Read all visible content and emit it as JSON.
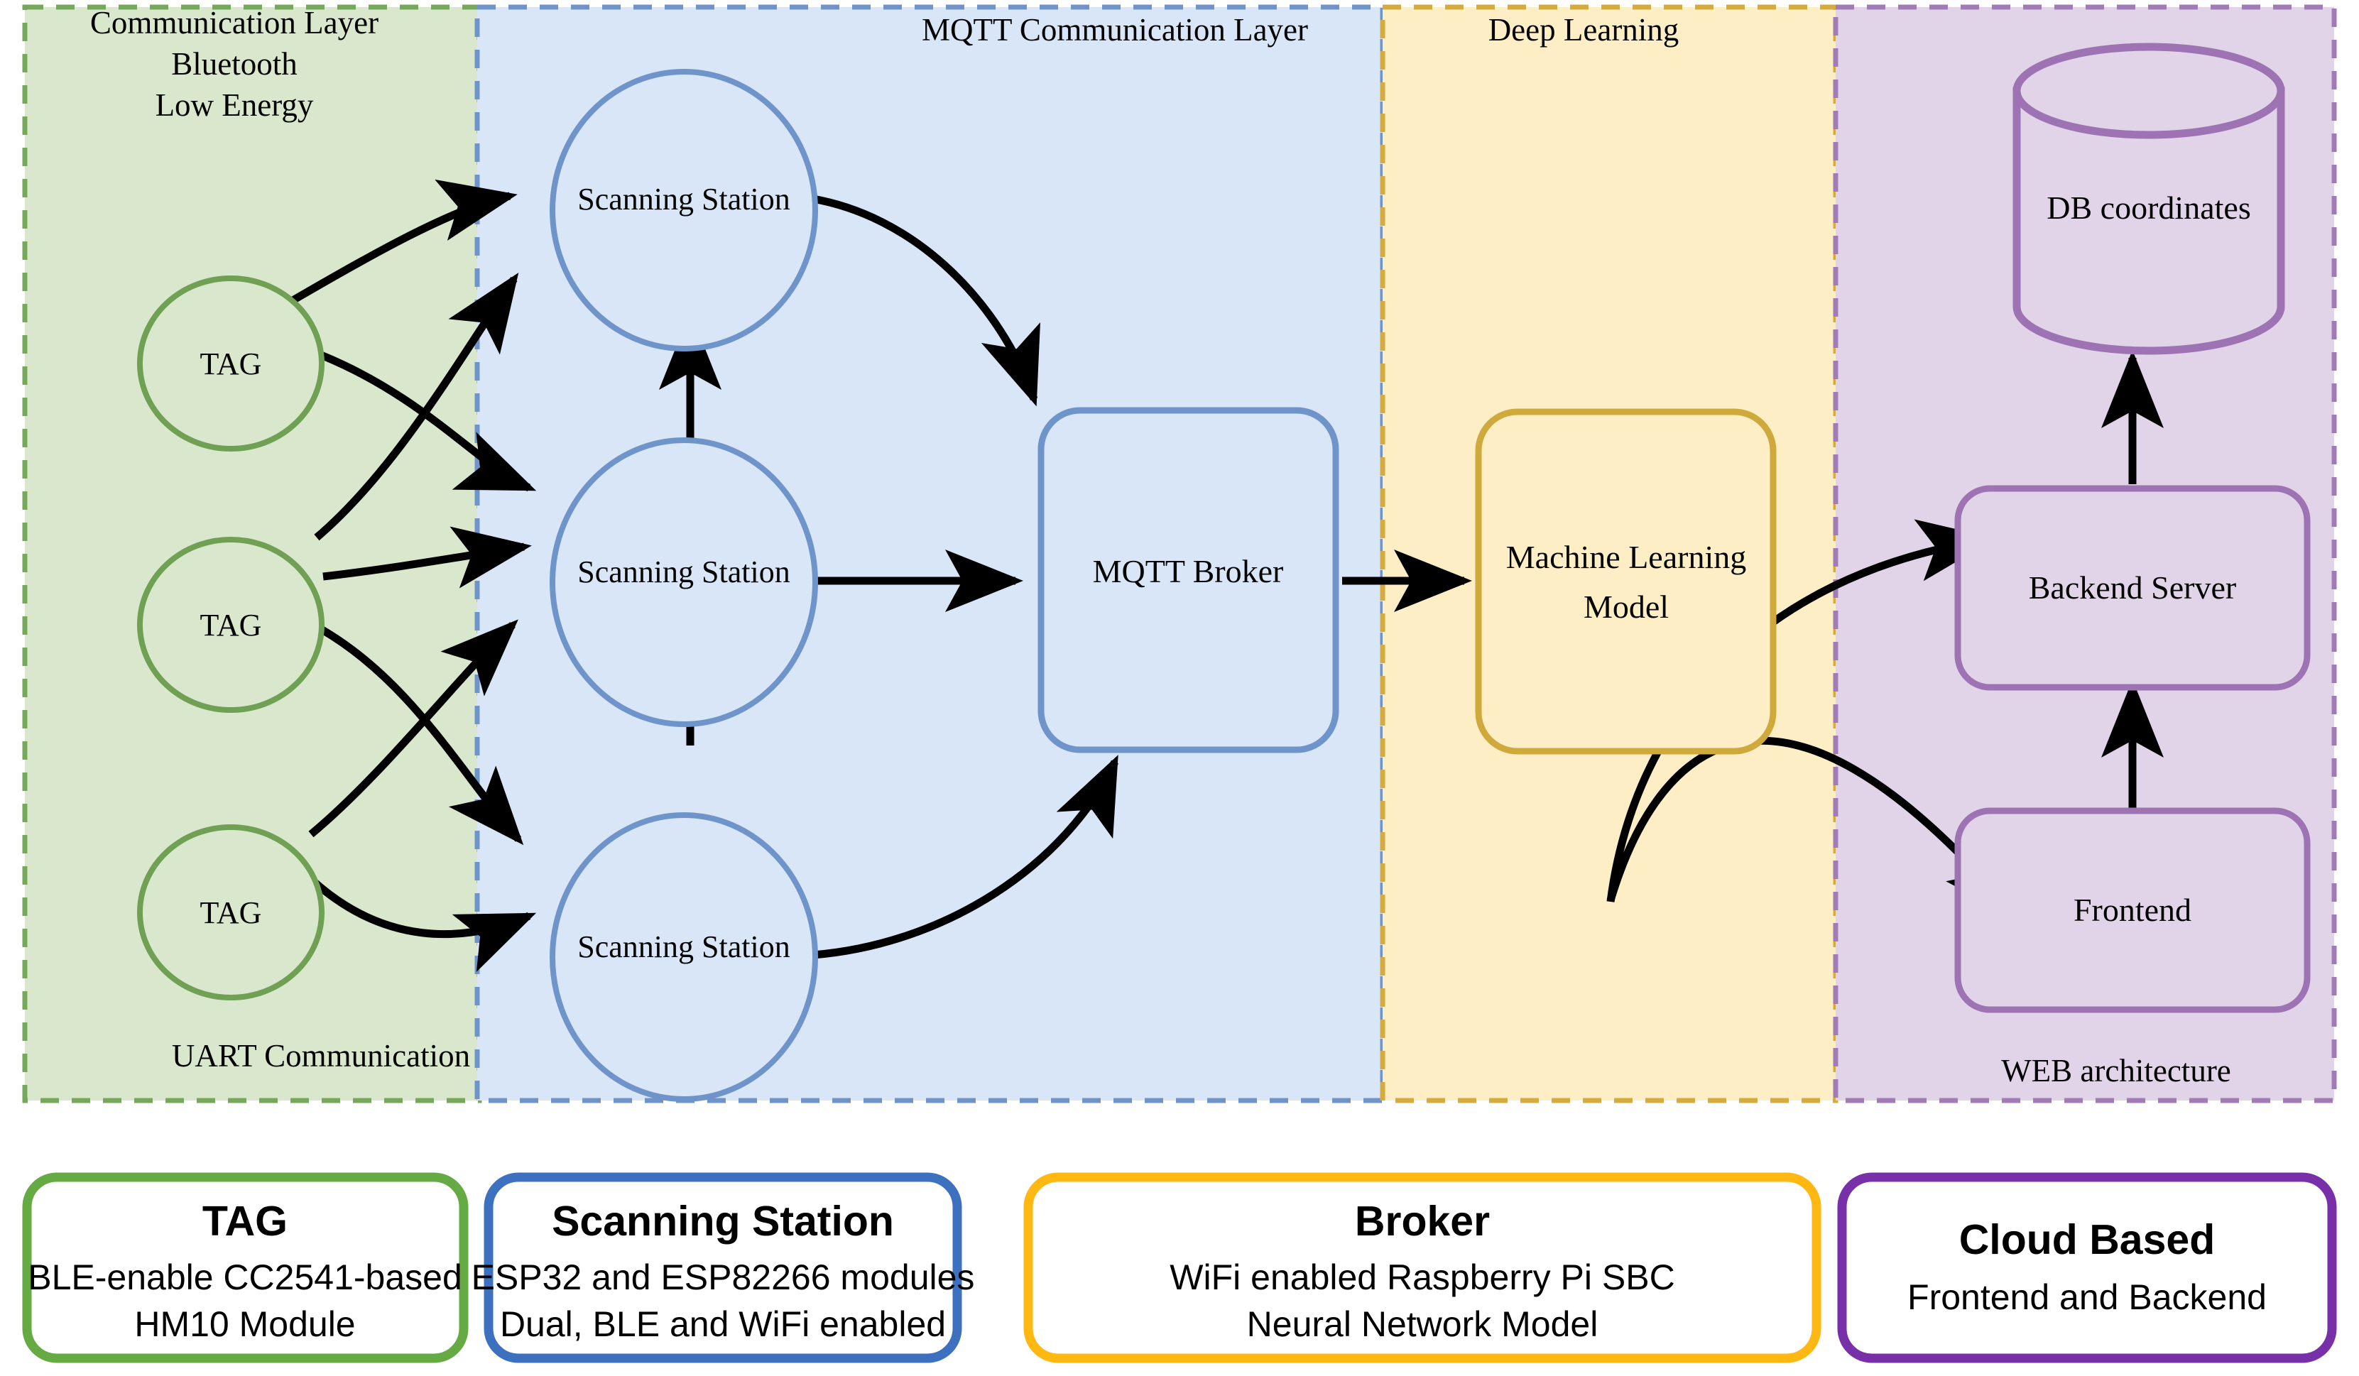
{
  "layers": [
    {
      "id": "communication-layer",
      "header_lines": [
        "Communication Layer",
        "Bluetooth",
        "Low Energy"
      ],
      "footer": "UART Communication",
      "fill": "#d9e8cd",
      "stroke": "#76a85b"
    },
    {
      "id": "mqtt-layer",
      "header_lines": [
        "MQTT Communication Layer"
      ],
      "footer": "",
      "fill": "#d9e6f7",
      "stroke": "#6e94c9"
    },
    {
      "id": "deep-learning-layer",
      "header_lines": [
        "Deep Learning"
      ],
      "footer": "",
      "fill": "#fdeec6",
      "stroke": "#d6ab3d"
    },
    {
      "id": "web-layer",
      "header_lines": [],
      "footer": "WEB architecture",
      "fill": "#e1d4e8",
      "stroke": "#a07bb5"
    }
  ],
  "nodes": {
    "tags": [
      {
        "label": "TAG"
      },
      {
        "label": "TAG"
      },
      {
        "label": "TAG"
      }
    ],
    "scanning_stations": [
      {
        "label": "Scanning Station"
      },
      {
        "label": "Scanning Station"
      },
      {
        "label": "Scanning Station"
      }
    ],
    "broker": {
      "label": "MQTT Broker"
    },
    "ml_model": {
      "label_lines": [
        "Machine Learning",
        "Model"
      ]
    },
    "database": {
      "label": "DB coordinates"
    },
    "backend": {
      "label": "Backend Server"
    },
    "frontend": {
      "label": "Frontend"
    }
  },
  "legend": [
    {
      "id": "legend-tag",
      "title": "TAG",
      "lines": [
        "BLE-enable CC2541-based",
        "HM10 Module"
      ],
      "color": "#66aa44"
    },
    {
      "id": "legend-scanning-station",
      "title": "Scanning Station",
      "lines": [
        "ESP32 and ESP82266 modules",
        "Dual, BLE and WiFi enabled"
      ],
      "color": "#3d71bf"
    },
    {
      "id": "legend-broker",
      "title": "Broker",
      "lines": [
        "WiFi enabled Raspberry Pi SBC",
        "Neural Network Model"
      ],
      "color": "#ffb712"
    },
    {
      "id": "legend-cloud",
      "title": "Cloud Based",
      "lines": [
        "Frontend and Backend"
      ],
      "color": "#7730a8"
    }
  ]
}
